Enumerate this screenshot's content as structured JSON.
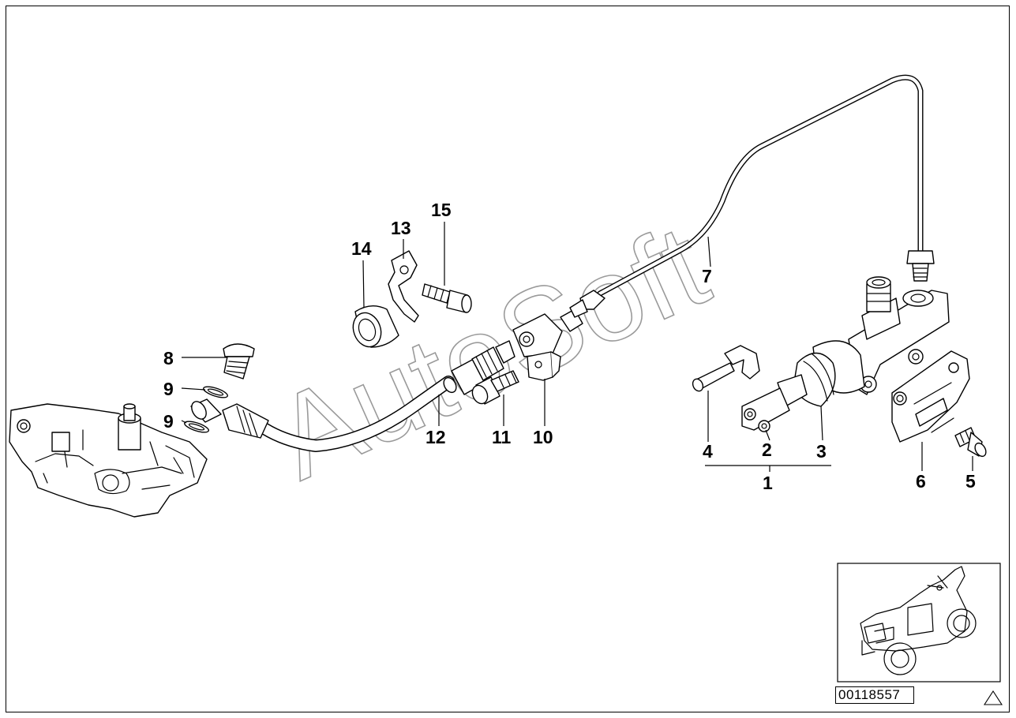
{
  "diagram": {
    "part_numbers": {
      "p1": "1",
      "p2": "2",
      "p3": "3",
      "p4": "4",
      "p5": "5",
      "p6": "6",
      "p7": "7",
      "p8": "8",
      "p9a": "9",
      "p9b": "9",
      "p10": "10",
      "p11": "11",
      "p12": "12",
      "p13": "13",
      "p14": "14",
      "p15": "15"
    },
    "watermark": "AutoSoft",
    "reference_id": "00118557",
    "warning_icon": "warning-triangle-icon"
  }
}
